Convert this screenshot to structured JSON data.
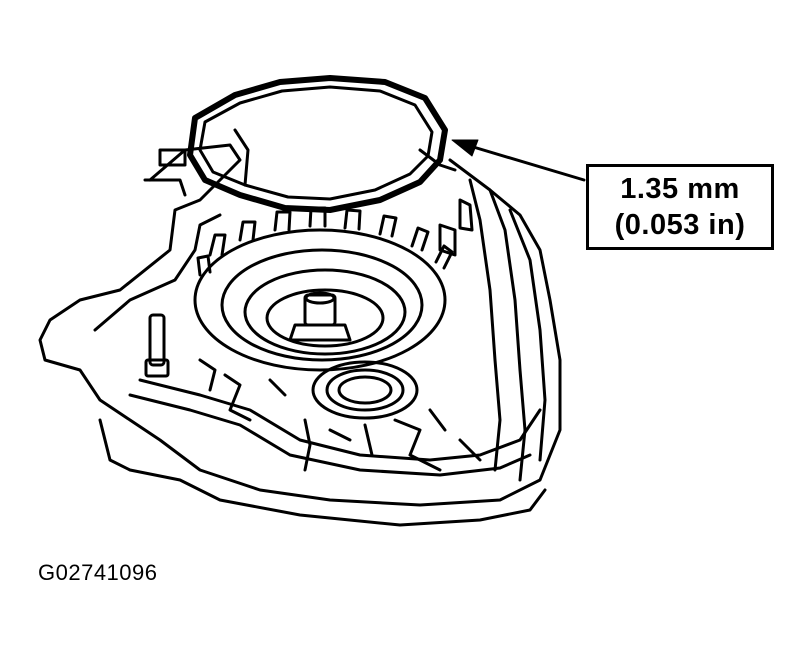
{
  "callout": {
    "value_mm": "1.35 mm",
    "value_in": "(0.053 in)"
  },
  "figure_id": "G02741096",
  "colors": {
    "line": "#000000",
    "background": "#ffffff"
  }
}
